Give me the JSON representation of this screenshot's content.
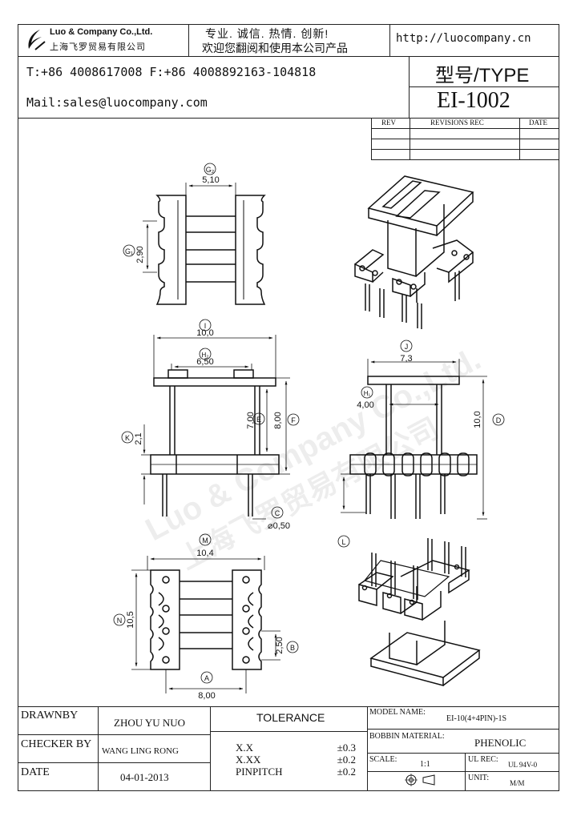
{
  "header": {
    "company_en": "Luo & Company Co.,Ltd.",
    "company_cn": "上海飞罗贸易有限公司",
    "slogan_line1": "专业. 诚信. 热情. 创新!",
    "slogan_line2": "欢迎您翻阅和使用本公司产品",
    "website": "http://luocompany.cn",
    "phone": "T:+86 4008617008 F:+86 4008892163-104818",
    "mail": "Mail:sales@luocompany.com",
    "type_label": "型号/TYPE",
    "model": "EI-1002"
  },
  "revisions": {
    "col_rev": "REV",
    "col_rec": "REVISIONS REC",
    "col_date": "DATE"
  },
  "dimensions": {
    "g2": "G₂",
    "g2_val": "5,10",
    "g1": "G₁",
    "g1_val": "2,90",
    "i": "I",
    "i_val": "10,0",
    "h2": "H₂",
    "h2_val": "6,50",
    "e": "E",
    "e_val": "7,00",
    "f": "F",
    "f_val": "8,00",
    "k": "K",
    "k_val": "2,1",
    "c": "C",
    "c_val": "⌀0,50",
    "j": "J",
    "j_val": "7,3",
    "h1": "H₁",
    "h1_val": "4,00",
    "d": "D",
    "d_val": "10,0",
    "l": "L",
    "m": "M",
    "m_val": "10,4",
    "n": "N",
    "n_val": "10,5",
    "b": "B",
    "b_val": "2,50",
    "a": "A",
    "a_val": "8,00"
  },
  "watermark": {
    "line1": "Luo & Company Co.,Ltd.",
    "line2": "上海飞罗贸易有限公司"
  },
  "titleblock": {
    "drawnby_label": "DRAWNBY",
    "drawnby_value": "ZHOU YU NUO",
    "checker_label": "CHECKER BY",
    "checker_value": "WANG LING RONG",
    "date_label": "DATE",
    "date_value": "04-01-2013",
    "tolerance_label": "TOLERANCE",
    "tol_rows": [
      {
        "key": "X.X",
        "val": "±0.3"
      },
      {
        "key": "X.XX",
        "val": "±0.2"
      },
      {
        "key": "PINPITCH",
        "val": "±0.2"
      }
    ],
    "model_name_label": "MODEL NAME:",
    "model_name_value": "EI-10(4+4PIN)-1S",
    "bobbin_label": "BOBBIN MATERIAL:",
    "bobbin_value": "PHENOLIC",
    "scale_label": "SCALE:",
    "scale_value": "1:1",
    "ul_label": "UL REC:",
    "ul_value": "UL 94V-0",
    "unit_label": "UNIT:",
    "unit_value": "M/M"
  }
}
